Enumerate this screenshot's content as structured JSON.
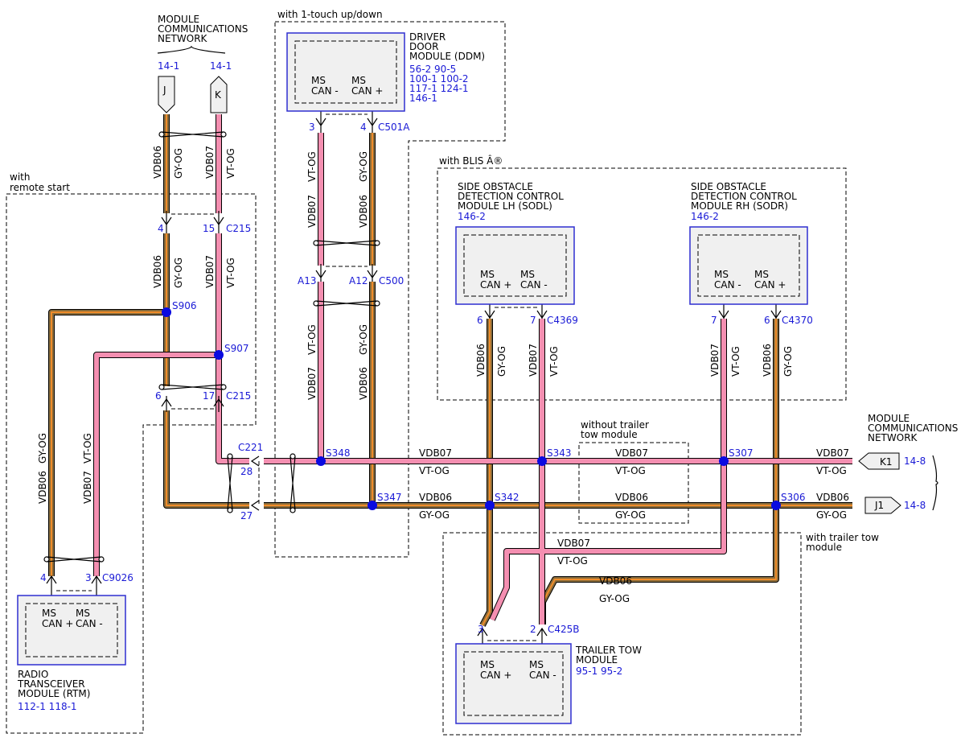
{
  "colors": {
    "vdb07": "#f48fb1",
    "vdb06": "#8b6d3b",
    "stripe": "#f08c2a",
    "label_blue": "#1a1ad6",
    "splice": "#0a0ae0",
    "module_border": "#2f2fd0"
  },
  "network_top": {
    "title": [
      "MODULE",
      "COMMUNICATIONS",
      "NETWORK"
    ],
    "ref_j": "14-1",
    "ref_k": "14-1",
    "conn_j": "J",
    "conn_k": "K"
  },
  "network_right": {
    "title": [
      "MODULE",
      "COMMUNICATIONS",
      "NETWORK"
    ],
    "conn_k1": "K1",
    "conn_j1": "J1",
    "ref_k1": "14-8",
    "ref_j1": "14-8"
  },
  "regions": {
    "remote_start": [
      "with",
      "remote start"
    ],
    "one_touch": "with 1-touch up/down",
    "blis": "with BLIS Â®",
    "without_trailer": [
      "without trailer",
      "tow module"
    ],
    "with_trailer": [
      "with trailer tow",
      "module"
    ]
  },
  "modules": {
    "ddm": {
      "name": [
        "DRIVER",
        "DOOR",
        "MODULE (DDM)"
      ],
      "refs": [
        "56-2   90-5",
        "100-1  100-2",
        "117-1  124-1",
        "146-1"
      ],
      "pin1": [
        "MS",
        "CAN -"
      ],
      "pin2": [
        "MS",
        "CAN +"
      ]
    },
    "sodl": {
      "name": [
        "SIDE OBSTACLE",
        "DETECTION CONTROL",
        "MODULE LH (SODL)"
      ],
      "ref": "146-2",
      "pin1": [
        "MS",
        "CAN +"
      ],
      "pin2": [
        "MS",
        "CAN -"
      ]
    },
    "sodr": {
      "name": [
        "SIDE OBSTACLE",
        "DETECTION CONTROL",
        "MODULE RH (SODR)"
      ],
      "ref": "146-2",
      "pin1": [
        "MS",
        "CAN -"
      ],
      "pin2": [
        "MS",
        "CAN +"
      ]
    },
    "rtm": {
      "name": [
        "RADIO",
        "TRANSCEIVER",
        "MODULE (RTM)"
      ],
      "refs": "112-1  118-1",
      "pin1": [
        "MS",
        "CAN +"
      ],
      "pin2": [
        "MS",
        "CAN -"
      ]
    },
    "ttm": {
      "name": [
        "TRAILER TOW",
        "MODULE"
      ],
      "refs": "95-1   95-2",
      "pin1": [
        "MS",
        "CAN +"
      ],
      "pin2": [
        "MS",
        "CAN -"
      ]
    }
  },
  "pins": {
    "c501a_3": "3",
    "c501a_4": "4",
    "c501a": "C501A",
    "c500_a13": "A13",
    "c500_a12": "A12",
    "c500": "C500",
    "c215_4": "4",
    "c215_15": "15",
    "c215_6": "6",
    "c215_17": "17",
    "c215_top": "C215",
    "c215_bot": "C215",
    "c221": "C221",
    "c221_28": "28",
    "c221_27": "27",
    "c4369_6": "6",
    "c4369_7": "7",
    "c4369": "C4369",
    "c4370_7": "7",
    "c4370_6": "6",
    "c4370": "C4370",
    "c9026_4": "4",
    "c9026_3": "3",
    "c9026": "C9026",
    "c425b_3": "3",
    "c425b_2": "2",
    "c425b": "C425B"
  },
  "splices": [
    "S906",
    "S907",
    "S348",
    "S347",
    "S343",
    "S342",
    "S307",
    "S306"
  ],
  "wires": {
    "vdb07": "VDB07",
    "vtog": "VT-OG",
    "vdb06": "VDB06",
    "gyog": "GY-OG"
  }
}
